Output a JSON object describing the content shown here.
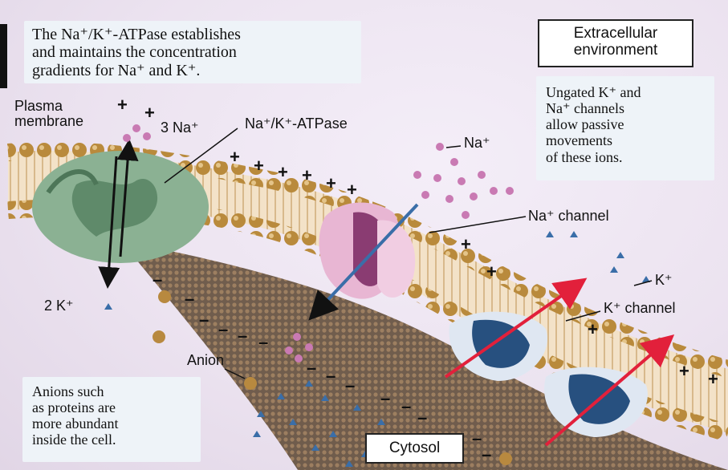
{
  "info_boxes": {
    "atpase_note": [
      "The Na⁺/K⁺-ATPase establishes",
      "and maintains the concentration",
      "gradients for Na⁺ and K⁺."
    ],
    "ungated_note": [
      "Ungated K⁺ and",
      "Na⁺ channels",
      "allow passive",
      "movements",
      "of these ions."
    ],
    "anion_note": [
      "Anions such",
      "as proteins are",
      "more abundant",
      "inside the cell."
    ]
  },
  "region_tags": {
    "extracellular": [
      "Extracellular",
      "environment"
    ],
    "cytosol": "Cytosol"
  },
  "labels": {
    "plasma_membrane": [
      "Plasma",
      "membrane"
    ],
    "three_na": "3 Na⁺",
    "atpase": "Na⁺/K⁺-ATPase",
    "na_ion": "Na⁺",
    "na_channel": "Na⁺ channel",
    "k_ion": "K⁺",
    "k_channel": "K⁺ channel",
    "two_k": "2 K⁺",
    "anion": "Anion"
  },
  "charges": {
    "positive": "+",
    "negative": "–"
  },
  "colors": {
    "membrane_head": "#b98a3c",
    "membrane_tail": "#f3e2c8",
    "pump": "#8bb193",
    "na_channel": "#e8b6d3",
    "k_channel": "#27507f",
    "na_ion": "#c97ab3",
    "k_ion": "#3a6ea8",
    "anion": "#b8893f",
    "gradient_arrow": "#e2203b"
  }
}
